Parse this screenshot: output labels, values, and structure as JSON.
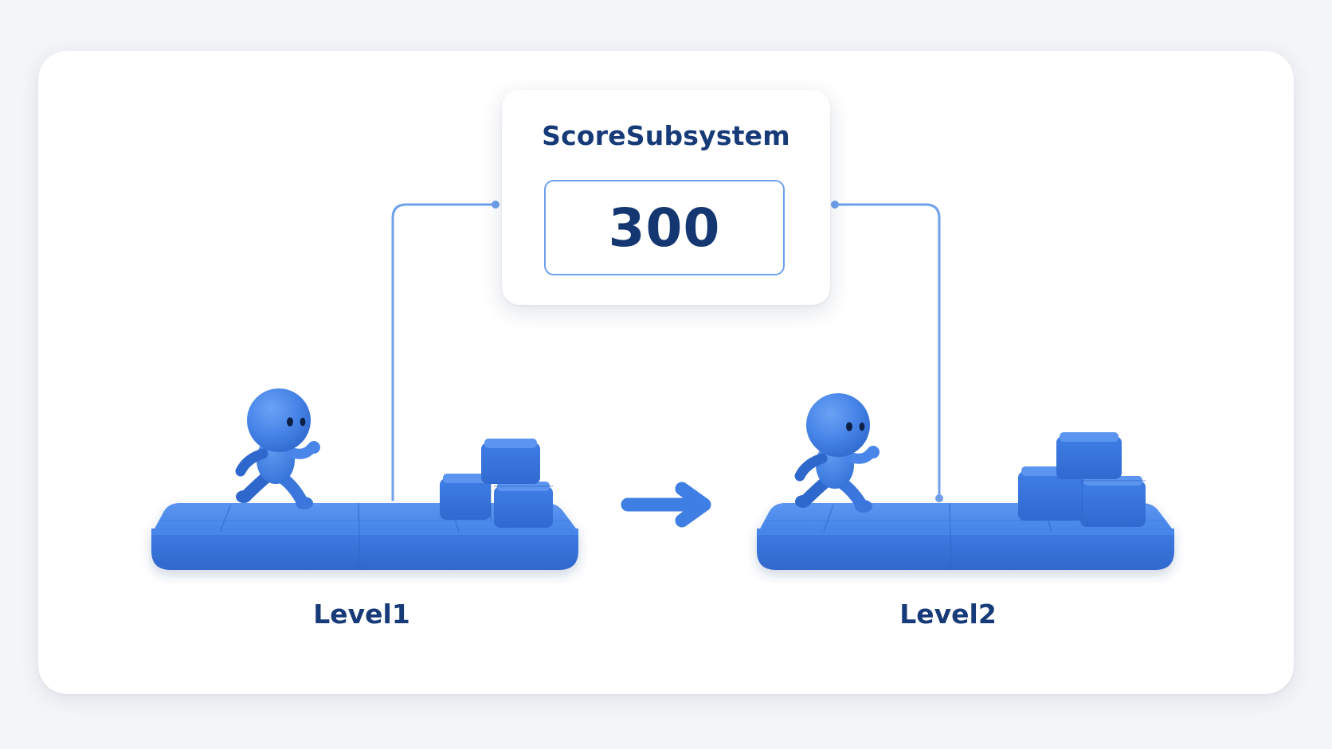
{
  "subsystem": {
    "title": "ScoreSubsystem",
    "score": "300"
  },
  "levels": [
    {
      "label": "Level1"
    },
    {
      "label": "Level2"
    }
  ],
  "colors": {
    "accent": "#3f7fe4",
    "accent_dark": "#2f66c8",
    "connector": "#6fa0ec",
    "text_dark": "#173a78",
    "card_bg": "#ffffff",
    "page_bg": "#f4f5f8"
  },
  "icons": {
    "character": "running-character-icon",
    "transition": "arrow-right-icon",
    "blocks": "stacked-blocks-icon"
  }
}
